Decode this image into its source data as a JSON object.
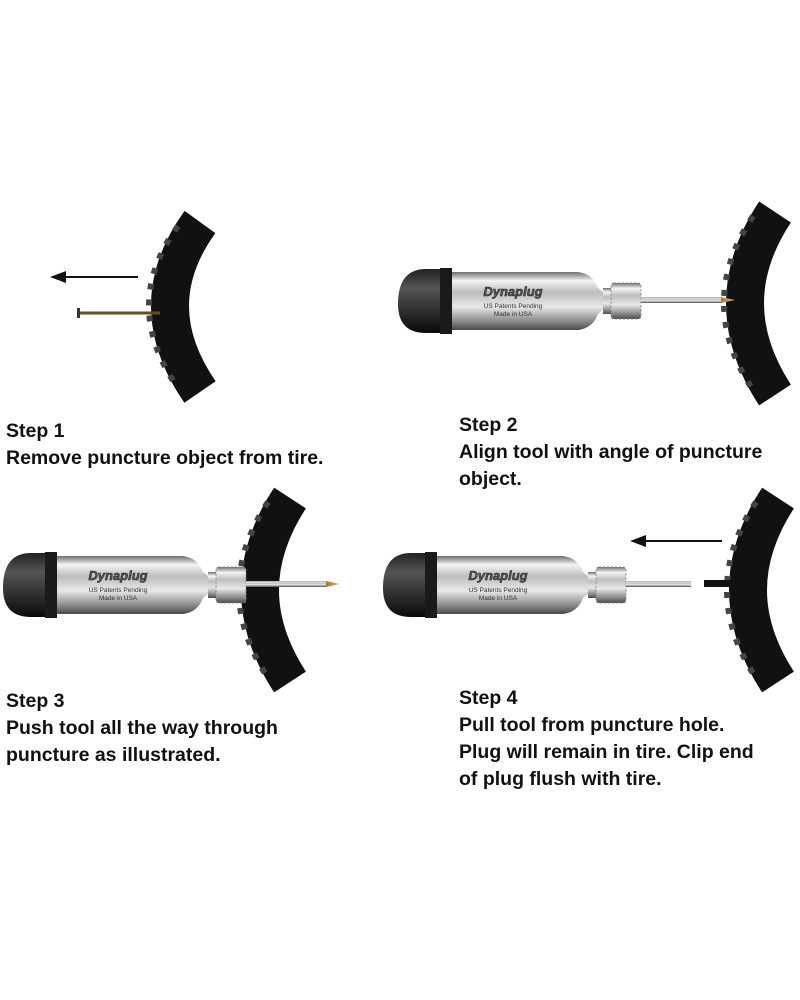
{
  "tool_label": {
    "brand": "Dynaplug",
    "line1": "US Patents Pending",
    "line2": "Made in USA"
  },
  "colors": {
    "tire": "#111111",
    "text": "#111111",
    "needle_tip": "#c8a040"
  },
  "steps": [
    {
      "title": "Step 1",
      "lines": [
        "Remove puncture object from tire."
      ]
    },
    {
      "title": "Step 2",
      "lines": [
        "Align tool with angle of puncture",
        "object."
      ]
    },
    {
      "title": "Step 3",
      "lines": [
        "Push tool all the way through",
        "puncture as illustrated."
      ]
    },
    {
      "title": "Step 4",
      "lines": [
        "Pull tool from puncture hole.",
        "Plug will remain in tire. Clip end",
        "of plug flush with tire."
      ]
    }
  ]
}
